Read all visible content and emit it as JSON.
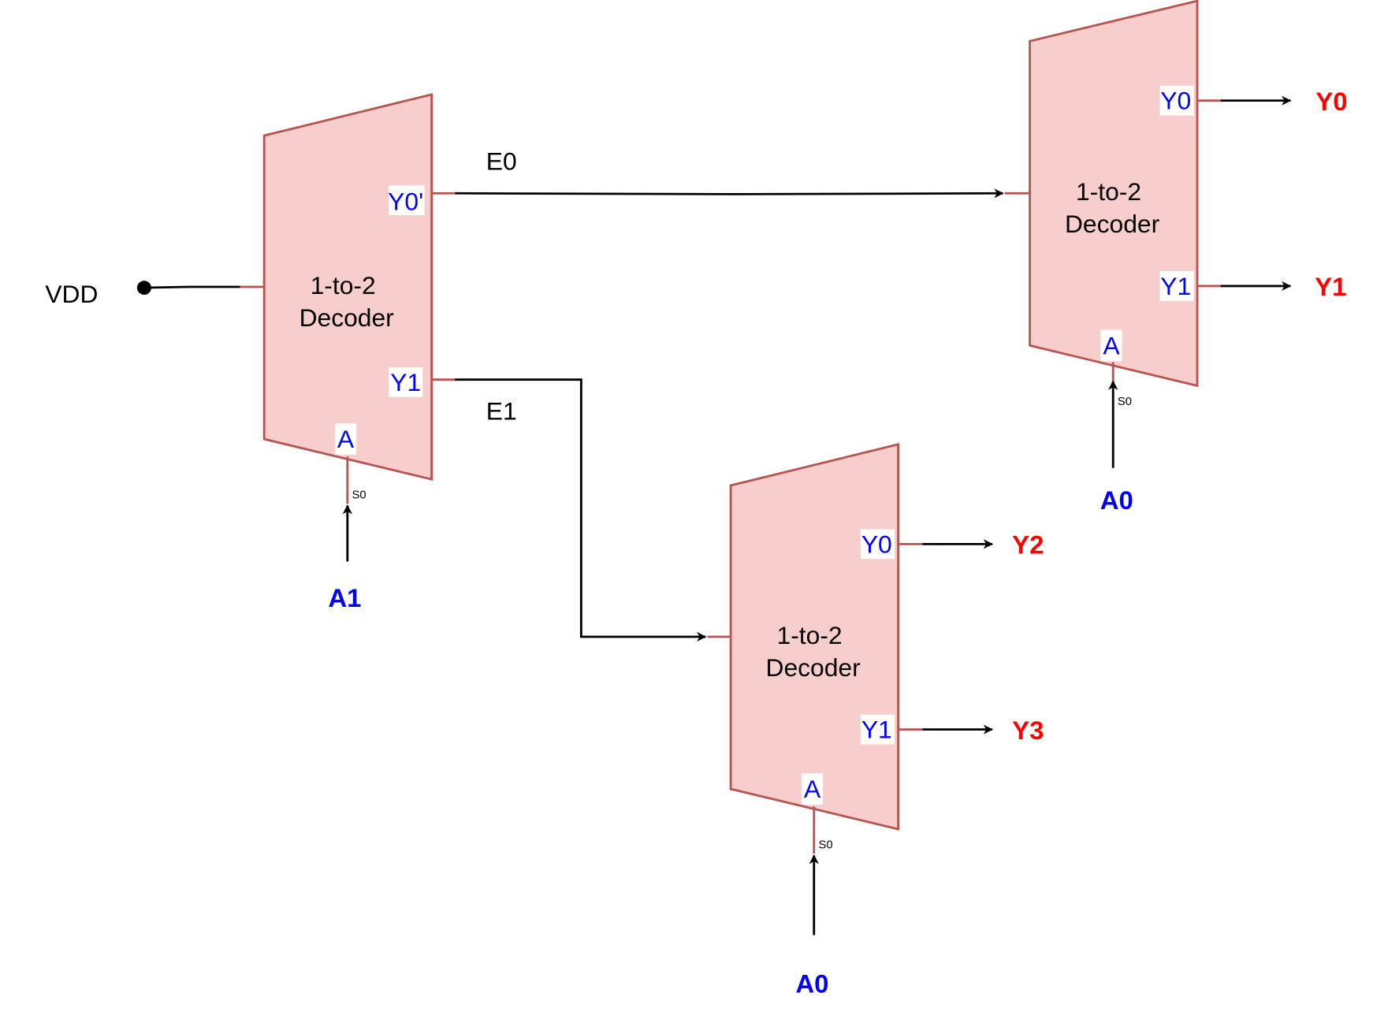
{
  "decoders": [
    {
      "title_line1": "1-to-2",
      "title_line2": "Decoder",
      "port_y0": "Y0'",
      "port_y1": "Y1",
      "port_a": "A",
      "select": "S0",
      "input": "A1"
    },
    {
      "title_line1": "1-to-2",
      "title_line2": "Decoder",
      "port_y0": "Y0",
      "port_y1": "Y1",
      "port_a": "A",
      "select": "S0",
      "input": "A0",
      "out0": "Y0",
      "out1": "Y1"
    },
    {
      "title_line1": "1-to-2",
      "title_line2": "Decoder",
      "port_y0": "Y0",
      "port_y1": "Y1",
      "port_a": "A",
      "select": "S0",
      "input": "A0",
      "out0": "Y2",
      "out1": "Y3"
    }
  ],
  "vdd_label": "VDD",
  "wires": {
    "e0": "E0",
    "e1": "E1"
  },
  "colors": {
    "fill": "#f8cecc",
    "stroke": "#b85450",
    "port": "#0000ff",
    "output": "#ff0000"
  }
}
